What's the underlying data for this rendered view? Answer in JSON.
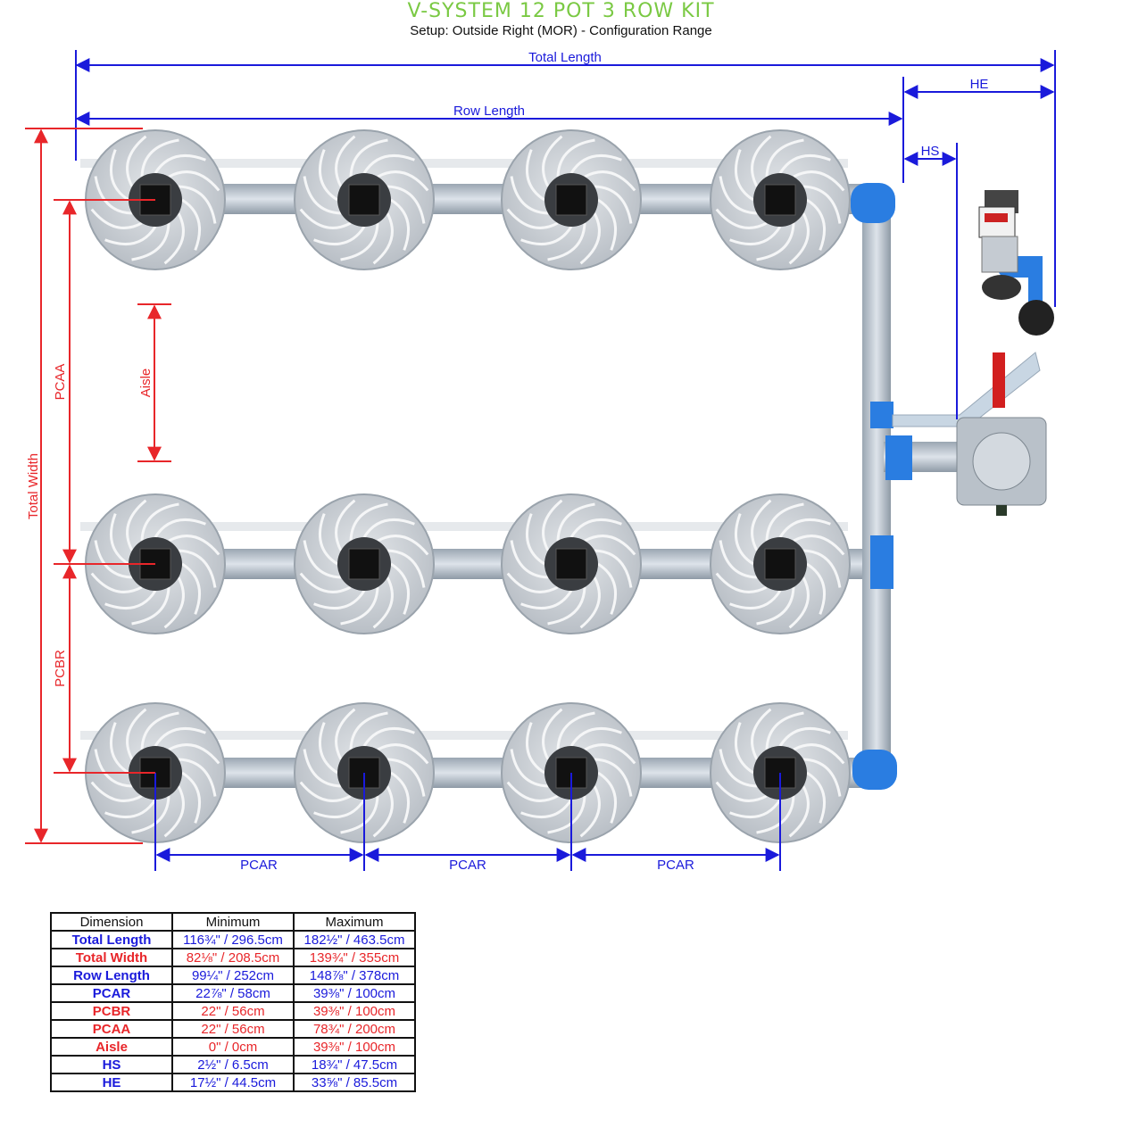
{
  "header": {
    "title": "V-SYSTEM 12 POT 3 ROW KIT",
    "subtitle": "Setup: Outside Right (MOR) - Configuration Range"
  },
  "dimension_labels": {
    "total_length": "Total Length",
    "he": "HE",
    "row_length": "Row Length",
    "hs": "HS",
    "total_width": "Total Width",
    "pcaa": "PCAA",
    "aisle": "Aisle",
    "pcbr": "PCBR",
    "pcar_1": "PCAR",
    "pcar_2": "PCAR",
    "pcar_3": "PCAR"
  },
  "colors": {
    "title_green": "#7ac943",
    "blue_dim": "#1a1adb",
    "red_dim": "#e8262a",
    "pot_gray": "#c9ced4",
    "pipe_blue": "#2a7de1"
  },
  "table": {
    "headers": [
      "Dimension",
      "Minimum",
      "Maximum"
    ],
    "rows": [
      {
        "name": "Total Length",
        "min": "116¾\" / 296.5cm",
        "max": "182½\" / 463.5cm",
        "color": "#1a1adb"
      },
      {
        "name": "Total Width",
        "min": "82⅛\" / 208.5cm",
        "max": "139¾\" / 355cm",
        "color": "#e8262a"
      },
      {
        "name": "Row Length",
        "min": "99¼\" / 252cm",
        "max": "148⅞\" / 378cm",
        "color": "#1a1adb"
      },
      {
        "name": "PCAR",
        "min": "22⅞\" / 58cm",
        "max": "39⅜\" / 100cm",
        "color": "#1a1adb"
      },
      {
        "name": "PCBR",
        "min": "22\" / 56cm",
        "max": "39⅜\" / 100cm",
        "color": "#e8262a"
      },
      {
        "name": "PCAA",
        "min": "22\" / 56cm",
        "max": "78¾\" / 200cm",
        "color": "#e8262a"
      },
      {
        "name": "Aisle",
        "min": "0\" / 0cm",
        "max": "39⅜\" / 100cm",
        "color": "#e8262a"
      },
      {
        "name": "HS",
        "min": "2½\" / 6.5cm",
        "max": "18¾\" / 47.5cm",
        "color": "#1a1adb"
      },
      {
        "name": "HE",
        "min": "17½\" / 44.5cm",
        "max": "33⅝\" / 85.5cm",
        "color": "#1a1adb"
      }
    ]
  }
}
